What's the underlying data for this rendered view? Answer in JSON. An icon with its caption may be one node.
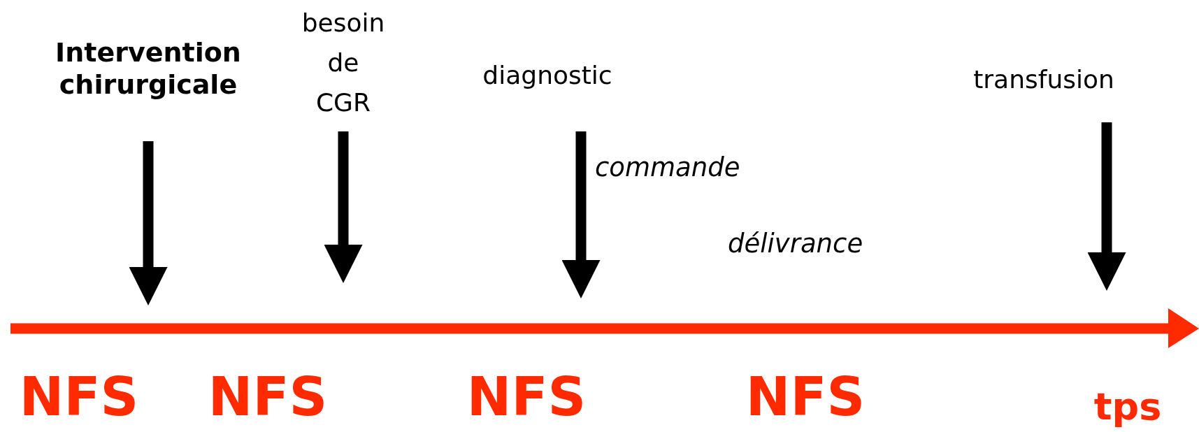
{
  "diagram": {
    "nodes": [
      {
        "text": [
          "Intervention chirurgicale"
        ]
      },
      {
        "text": [
          "besoin de CGR"
        ]
      },
      {
        "text": [
          "diagnostic"
        ]
      },
      {
        "text": [
          "transfusion"
        ]
      }
    ],
    "edges": [
      {
        "from": 0,
        "to": null,
        "arrow": "to"
      },
      {
        "from": 1,
        "to": null,
        "arrow": "to"
      },
      {
        "from": 2,
        "to": null,
        "arrow": "to"
      },
      {
        "from": 3,
        "to": null,
        "arrow": "to"
      }
    ],
    "labels": [
      "commande",
      "délivrance",
      "NFS",
      "NFS",
      "NFS",
      "NFS",
      "tps"
    ]
  }
}
